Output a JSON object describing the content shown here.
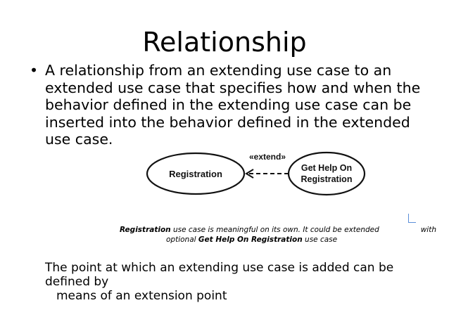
{
  "slide": {
    "title": "Relationship",
    "bullet_marker": "•",
    "bullet_text": "A relationship from an extending use case to an extended use case that specifies how and when the behavior defined in the extending use case can be inserted into the behavior defined in the extended use case."
  },
  "diagram": {
    "base_use_case": "Registration",
    "extend_label": "«extend»",
    "extending_use_case_line1": "Get Help On",
    "extending_use_case_line2": "Registration"
  },
  "caption": {
    "part1_bold": "Registration",
    "part1_rest": " use case is meaningful on its own. It could be extended",
    "part1_end": "with",
    "part2_start": "optional ",
    "part2_bold": "Get Help On Registration",
    "part2_rest": " use case"
  },
  "footer": {
    "line1": "The point at which an extending use case is added can be defined by",
    "line2": "means of an extension point"
  }
}
